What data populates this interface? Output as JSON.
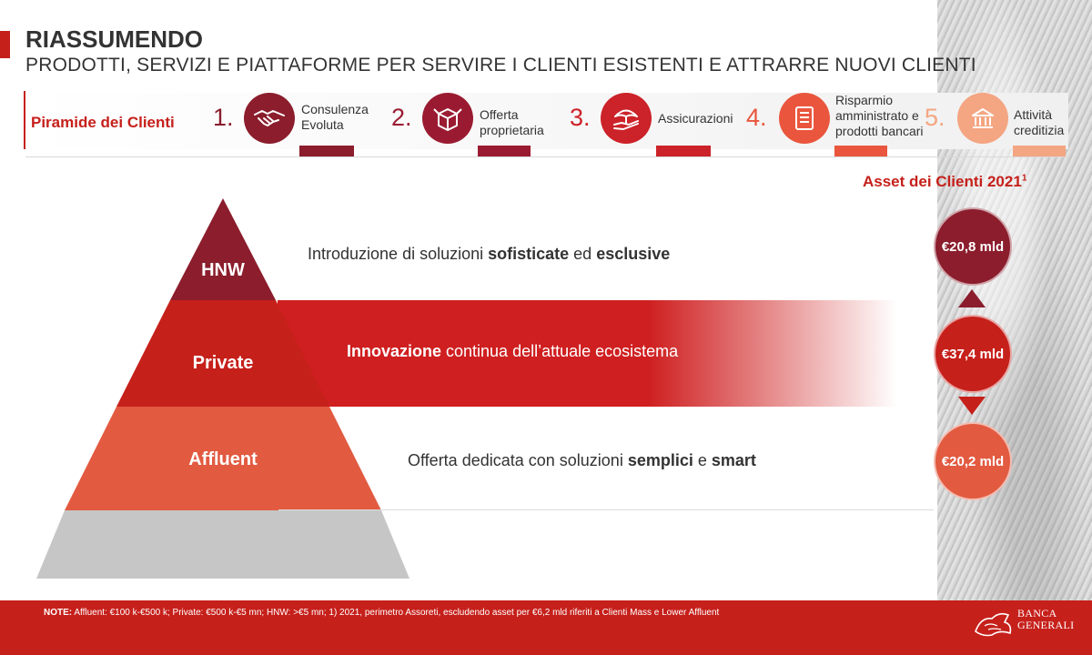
{
  "header": {
    "title": "RIASSUMENDO",
    "subtitle": "PRODOTTI, SERVIZI E PIATTAFORME PER SERVIRE I CLIENTI ESISTENTI E ATTRARRE NUOVI CLIENTI"
  },
  "pyramid_bar": {
    "label": "Piramide dei Clienti",
    "steps": [
      {
        "num": "1.",
        "label_line1": "Consulenza",
        "label_line2": "Evoluta",
        "icon": "handshake-icon",
        "color": "#8b1d2c"
      },
      {
        "num": "2.",
        "label_line1": "Offerta",
        "label_line2": "proprietaria",
        "icon": "open-box-icon",
        "color": "#9a1b31"
      },
      {
        "num": "3.",
        "label_line1": "Assicurazioni",
        "label_line2": "",
        "icon": "umbrella-hand-icon",
        "color": "#cc2229"
      },
      {
        "num": "4.",
        "label_line1": "Risparmio",
        "label_line2": "amministrato e",
        "label_line3": "prodotti bancari",
        "icon": "ledger-icon",
        "color": "#e9563d"
      },
      {
        "num": "5.",
        "label_line1": "Attività",
        "label_line2": "creditizia",
        "icon": "bank-icon",
        "color": "#f4a582"
      }
    ]
  },
  "assets": {
    "title": "Asset dei Clienti 2021",
    "footnote_mark": "1",
    "values": [
      "€20,8 mld",
      "€37,4 mld",
      "€20,2 mld"
    ]
  },
  "tiers": [
    {
      "name": "HNW",
      "color": "#8b1d2c"
    },
    {
      "name": "Private",
      "color": "#c6201b"
    },
    {
      "name": "Affluent",
      "color": "#e25a40"
    }
  ],
  "rows": {
    "hnw": {
      "pre": "Introduzione di soluzioni ",
      "b1": "sofisticate",
      "mid": " ed ",
      "b2": "esclusive"
    },
    "private": {
      "b1": "Innovazione",
      "rest": " continua dell’attuale ecosistema"
    },
    "affluent": {
      "pre": "Offerta dedicata con soluzioni ",
      "b1": "semplici",
      "mid": " e ",
      "b2": "smart"
    }
  },
  "footer": {
    "note_bold": "NOTE:",
    "note_text": " Affluent: €100 k-€500 k; Private: €500 k-€5 mn; HNW: >€5 mn; 1) 2021, perimetro Assoreti, escludendo asset per €6,2 mld riferiti a Clienti Mass e Lower Affluent",
    "logo_line1": "BANCA",
    "logo_line2": "GENERALI"
  },
  "colors": {
    "brand_red": "#c6201b",
    "hnw": "#8b1d2c",
    "private": "#c6201b",
    "affluent": "#e25a40",
    "mass": "#c6c6c6"
  }
}
